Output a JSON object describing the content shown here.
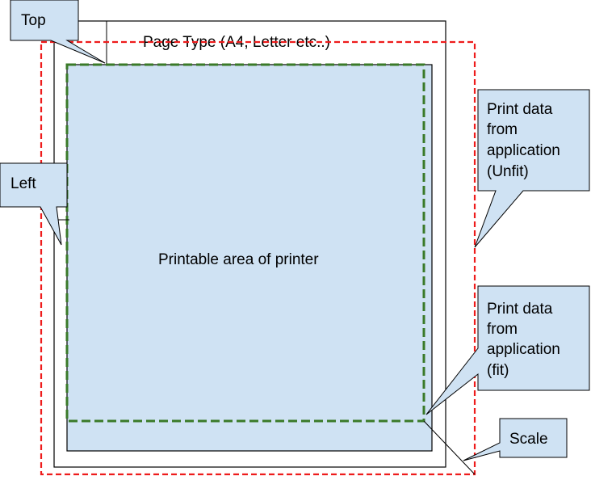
{
  "diagram": {
    "page_type_label": "Page Type (A4, Letter etc..)",
    "printable_area_label": "Printable area of printer",
    "callouts": {
      "top": "Top",
      "left": "Left",
      "unfit": [
        "Print data",
        "from",
        "application",
        "(Unfit)"
      ],
      "fit": [
        "Print data",
        "from",
        "application",
        "(fit)"
      ],
      "scale": "Scale"
    },
    "colors": {
      "callout_fill": "#cfe2f3",
      "printable_fill": "#cfe2f3",
      "unfit_outline": "#ee1c1c",
      "fit_outline": "#3a7a28",
      "page_outline": "#000000"
    }
  }
}
